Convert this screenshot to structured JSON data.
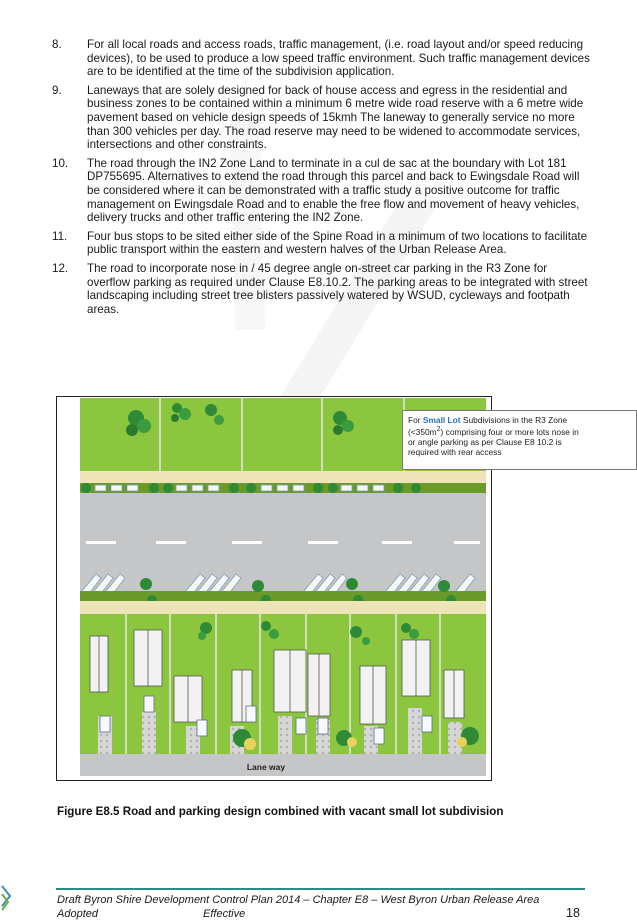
{
  "items": [
    {
      "num": "8.",
      "text": "For all local roads and access roads, traffic management, (i.e. road layout and/or speed reducing devices), to be used to produce a low speed traffic environment. Such traffic management devices are to be identified at the time of the subdivision application."
    },
    {
      "num": "9.",
      "text": "Laneways that are solely designed for back of house access and egress in the residential and business zones to be contained within a minimum 6 metre wide road reserve with a 6 metre wide pavement based on vehicle design speeds of 15kmh The laneway to generally service no more than 300 vehicles per day. The road reserve may need to be widened to accommodate services, intersections and other constraints."
    },
    {
      "num": "10.",
      "text": "The road through the IN2 Zone Land to terminate in a cul de sac at the boundary with Lot 181 DP755695. Alternatives to extend the road through this parcel and back to Ewingsdale Road will be considered where it can be demonstrated with a traffic study a positive outcome for traffic management on Ewingsdale Road and to enable the free flow and movement of heavy vehicles, delivery trucks and other traffic entering the IN2 Zone."
    },
    {
      "num": "11.",
      "text": "Four bus stops to be sited either side of the Spine Road in a minimum of two locations to facilitate public transport within the eastern and western halves of the Urban Release Area."
    },
    {
      "num": "12.",
      "text": "The road to incorporate nose in / 45 degree angle on-street car parking in the R3 Zone for overflow parking as required under Clause E8.10.2. The parking areas to be integrated with street landscaping including street tree blisters passively watered by WSUD, cycleways and footpath areas."
    }
  ],
  "callout": {
    "prefix": "For ",
    "highlight": "Small Lot",
    "line1_rest": " Subdivisions in the R3 Zone",
    "line2a": "(<350m",
    "line2sup": "2",
    "line2b": ") comprising four or more lots nose in",
    "line3": "or angle parking as per Clause E8 10.2 is",
    "line4": "required with rear access"
  },
  "figure": {
    "lane_label": "Lane way"
  },
  "caption": "Figure E8.5 Road and parking design combined with vacant small lot subdivision",
  "footer": {
    "title": "Draft Byron Shire Development Control Plan 2014 – Chapter E8 – West Byron Urban Release Area",
    "adopted": "Adopted",
    "effective": "Effective",
    "page": "18"
  },
  "colors": {
    "grass": "#8cc63e",
    "road": "#c5c6c8",
    "footpath": "#efe3b8",
    "trees": "#2f8a36",
    "rule": "#2c8a8a"
  }
}
